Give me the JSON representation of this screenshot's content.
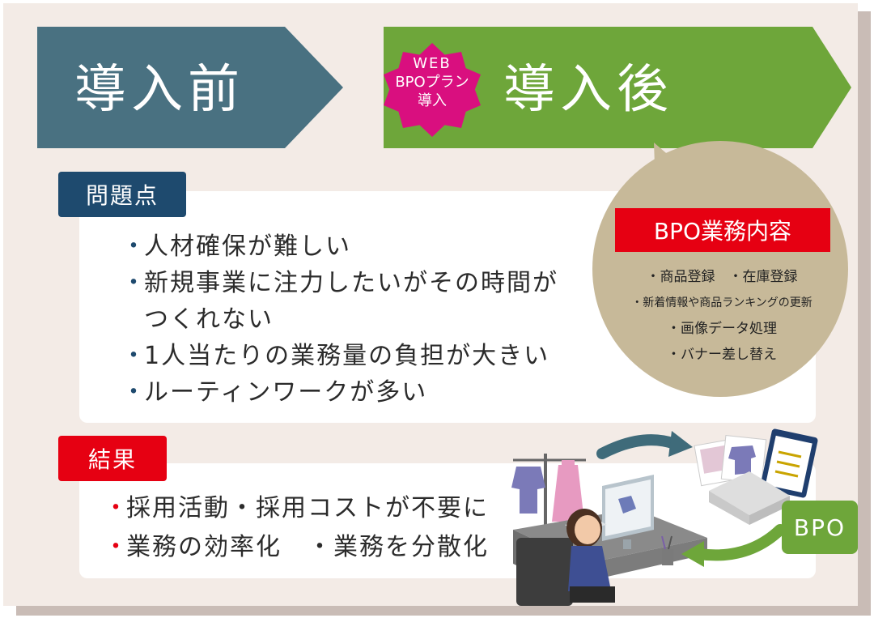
{
  "header": {
    "before_label": "導入前",
    "after_label": "導入後",
    "badge_lines": [
      "WEB",
      "BPOプラン",
      "導入"
    ]
  },
  "problems": {
    "title": "問題点",
    "items": [
      "人材確保が難しい",
      "新規事業に注力したいがその時間が",
      "つくれない",
      "1人当たりの業務量の負担が大きい",
      "ルーティンワークが多い"
    ]
  },
  "bpo_tasks": {
    "title": "BPO業務内容",
    "items": [
      "・商品登録　・在庫登録",
      "・新着情報や商品ランキングの更新",
      "・画像データ処理",
      "・バナー差し替え"
    ]
  },
  "results": {
    "title": "結果",
    "items": [
      "採用活動・採用コストが不要に",
      "業務の効率化　・業務を分散化"
    ]
  },
  "illustration": {
    "bpo_tag": "BPO"
  },
  "colors": {
    "before_arrow": "#497181",
    "after_arrow": "#6ea63a",
    "badge": "#d90f7f",
    "problems_label": "#1e4a6e",
    "results_label": "#e60012",
    "bpo_title": "#e60012",
    "bubble": "#c7b999",
    "background": "#f3ebe6"
  }
}
